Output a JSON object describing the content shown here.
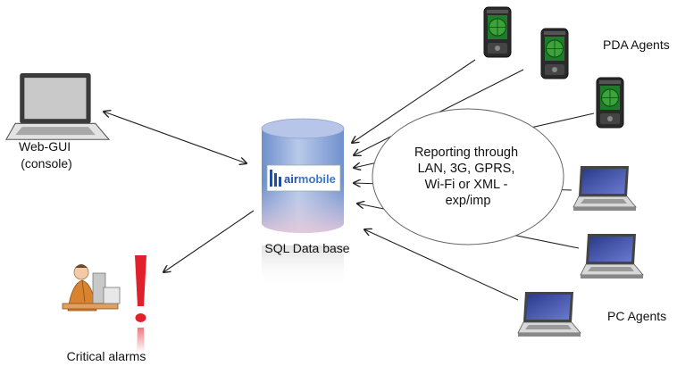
{
  "labels": {
    "web_gui_line1": "Web-GUI",
    "web_gui_line2": "(console)",
    "db": "SQL Data base",
    "critical": "Critical alarms",
    "pda": "PDA  Agents",
    "pc": "PC Agents"
  },
  "cloud": {
    "lines": [
      "Reporting through",
      "LAN, 3G, GPRS,",
      "Wi-Fi or XML -",
      "exp/imp"
    ]
  },
  "logo": {
    "part1": "air",
    "part2": "mobile"
  },
  "icons": {
    "laptop": "laptop-icon",
    "database": "database-cylinder-icon",
    "pda": "pda-device-icon",
    "person": "person-at-desk-icon",
    "alarm": "exclamation-icon"
  },
  "colors": {
    "db_blue": "#7f9fd6",
    "logo_blue": "#1f4fa0",
    "exclaim_red": "#e0202a",
    "pda_screen": "#3aa43a"
  }
}
